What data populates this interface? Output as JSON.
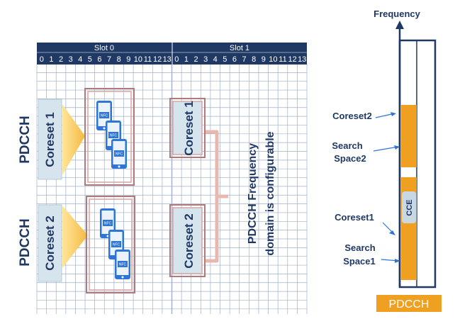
{
  "grid": {
    "slots": [
      {
        "label": "Slot 0",
        "symbols": [
          "0",
          "1",
          "2",
          "3",
          "4",
          "5",
          "6",
          "7",
          "8",
          "9",
          "10",
          "11",
          "12",
          "13"
        ]
      },
      {
        "label": "Slot 1",
        "symbols": [
          "0",
          "1",
          "2",
          "3",
          "4",
          "5",
          "6",
          "7",
          "8",
          "9",
          "10",
          "11",
          "12",
          "13"
        ]
      }
    ],
    "pdcch_labels": [
      "PDCCH",
      "PDCCH"
    ],
    "coreset_labels": [
      "Coreset 1",
      "Coreset 2"
    ],
    "slot1_coreset_labels": [
      "Coreset 1",
      "Coreset 2"
    ],
    "nfc_label": "NFC",
    "frequency_note": [
      "PDCCH Frequency",
      "domain is configurable"
    ]
  },
  "resource_bar": {
    "axis_label": "Frequency",
    "coreset2_label": "Coreset2",
    "search_space2_label": [
      "Search",
      "Space2"
    ],
    "coreset1_label": "Coreset1",
    "search_space1_label": [
      "Search",
      "Space1"
    ],
    "cce_label": "CCE",
    "pdcch_box_label": "PDCCH"
  },
  "colors": {
    "header_navy": "#1f3864",
    "grid_line": "#9fb0c8",
    "coreset_fill": "#d6e4ee",
    "frame_pink": "#b07a7a",
    "arrow_yellow": "#ffd966",
    "orange": "#f0a020",
    "phone_blue": "#2e75d6"
  }
}
